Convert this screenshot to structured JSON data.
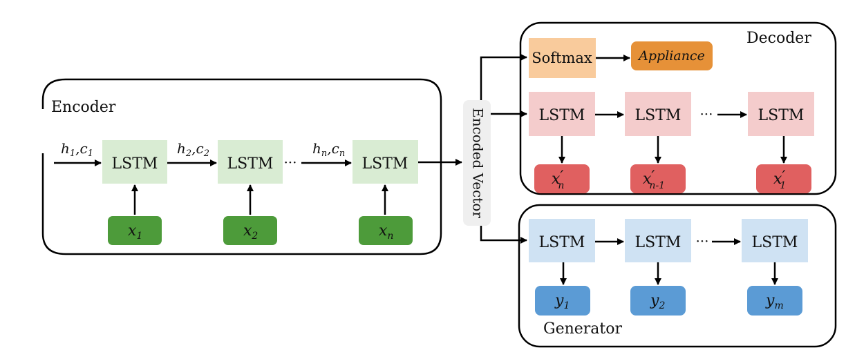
{
  "colors": {
    "encoder_lstm": "#d9ecd3",
    "input_box": "#4d9b3a",
    "decoder_lstm": "#f4cccc",
    "output_box": "#e06060",
    "generator_lstm": "#cfe2f3",
    "gen_output_box": "#5b9bd5",
    "softmax": "#f9cb9c",
    "appliance": "#e69138",
    "encoded_vector": "#efefef",
    "stroke": "#000000"
  },
  "encoder": {
    "title": "Encoder",
    "lstm_label": "LSTM",
    "ellipsis": "···",
    "states": [
      {
        "h": "h",
        "h_sub": "1",
        "c": "c",
        "c_sub": "1"
      },
      {
        "h": "h",
        "h_sub": "2",
        "c": "c",
        "c_sub": "2"
      },
      {
        "h": "h",
        "h_sub": "n",
        "c": "c",
        "c_sub": "n"
      }
    ],
    "inputs": [
      {
        "base": "x",
        "sub": "1"
      },
      {
        "base": "x",
        "sub": "2"
      },
      {
        "base": "x",
        "sub": "n"
      }
    ]
  },
  "encoded_vector": {
    "label": "Encoded Vector"
  },
  "decoder": {
    "title": "Decoder",
    "softmax_label": "Softmax",
    "appliance_label": "Appliance",
    "lstm_label": "LSTM",
    "ellipsis": "···",
    "outputs": [
      {
        "base": "x",
        "prime": "′",
        "sub": "n"
      },
      {
        "base": "x",
        "prime": "′",
        "sub": "n-1"
      },
      {
        "base": "x",
        "prime": "′",
        "sub": "1"
      }
    ]
  },
  "generator": {
    "title": "Generator",
    "lstm_label": "LSTM",
    "ellipsis": "···",
    "outputs": [
      {
        "base": "y",
        "sub": "1"
      },
      {
        "base": "y",
        "sub": "2"
      },
      {
        "base": "y",
        "sub": "m"
      }
    ]
  }
}
